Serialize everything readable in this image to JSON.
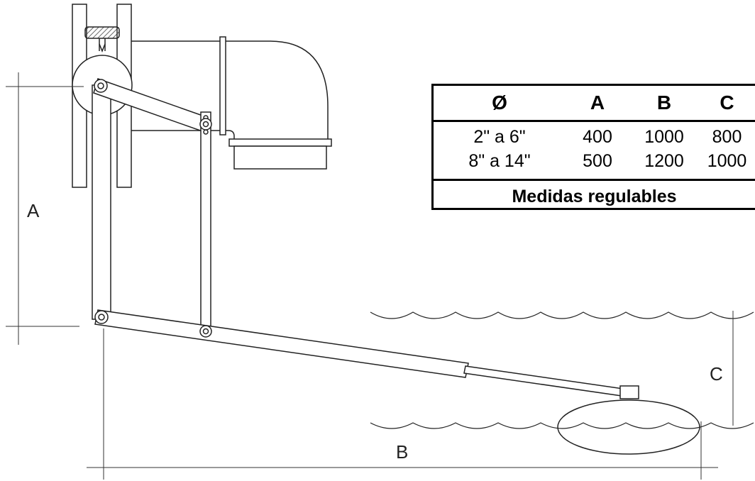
{
  "labels": {
    "dim_a": "A",
    "dim_b": "B",
    "dim_c": "C"
  },
  "table": {
    "headers": [
      "Ø",
      "A",
      "B",
      "C"
    ],
    "rows": [
      [
        "2\" a 6\"",
        "400",
        "1000",
        "800"
      ],
      [
        "8\" a 14\"",
        "500",
        "1200",
        "1000"
      ]
    ],
    "footer": "Medidas regulables"
  }
}
